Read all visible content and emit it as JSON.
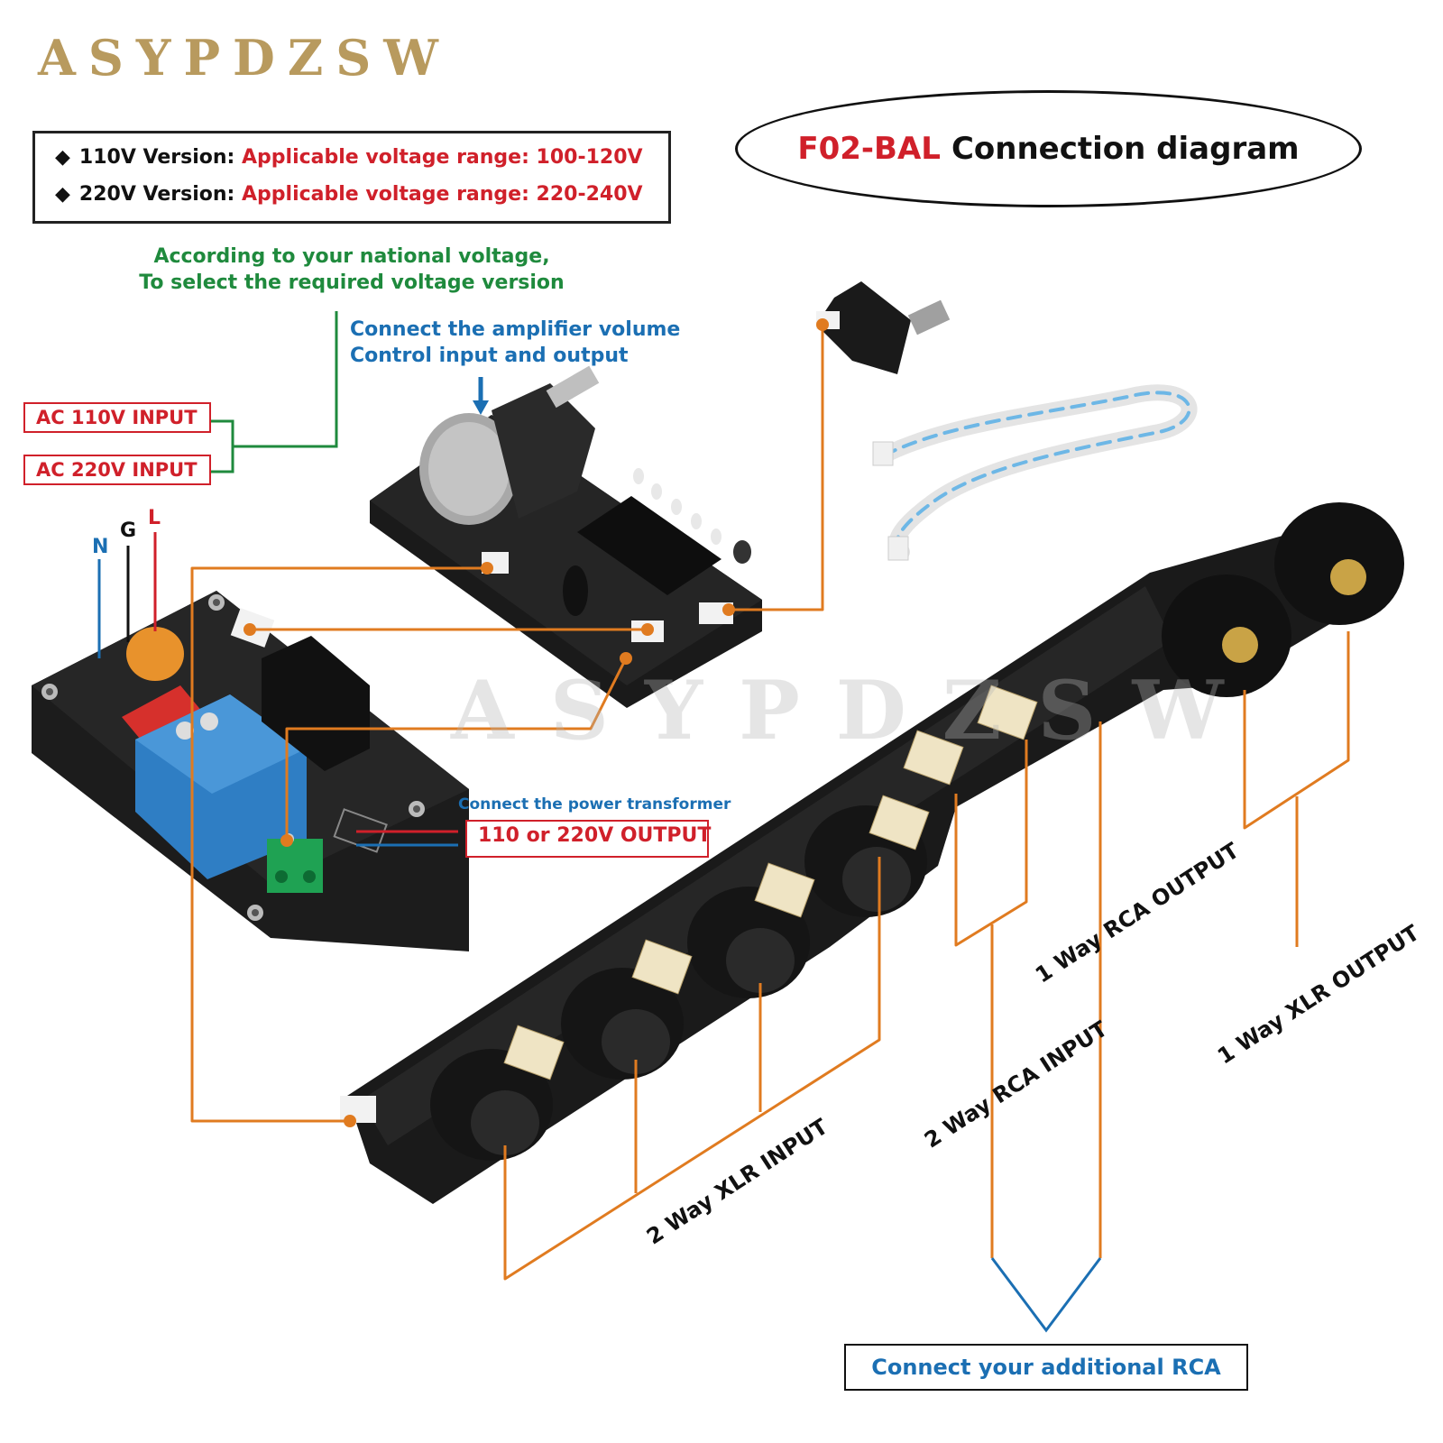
{
  "brand": {
    "name": "ASYPDZSW",
    "watermark": "ASYPDZSW"
  },
  "title": {
    "model": "F02-BAL",
    "text": "Connection diagram"
  },
  "voltage_box": {
    "line1_label": "110V Version:",
    "line1_value": "Applicable voltage range: 100-120V",
    "line2_label": "220V Version:",
    "line2_value": "Applicable voltage range: 220-240V"
  },
  "notes": {
    "national_voltage_1": "According to your national voltage,",
    "national_voltage_2": "To select the required voltage version",
    "amp_volume_1": "Connect the amplifier volume",
    "amp_volume_2": "Control input and output",
    "power_transformer": "Connect the power transformer"
  },
  "boxes": {
    "ac110": "AC 110V INPUT",
    "ac220": "AC 220V INPUT",
    "output": "110 or 220V OUTPUT",
    "rca_extra": "Connect your additional RCA"
  },
  "wires": {
    "n": "N",
    "g": "G",
    "l": "L"
  },
  "labels": {
    "xlr_in": "2 Way XLR INPUT",
    "rca_in": "2 Way RCA INPUT",
    "rca_out": "1 Way RCA OUTPUT",
    "xlr_out": "1 Way XLR OUTPUT"
  },
  "colors": {
    "brand": "#b89a5e",
    "red": "#d0202a",
    "green": "#1f8a3d",
    "blue": "#1b6fb3",
    "orange": "#e07b20",
    "pcb": "#1c1c1c"
  }
}
